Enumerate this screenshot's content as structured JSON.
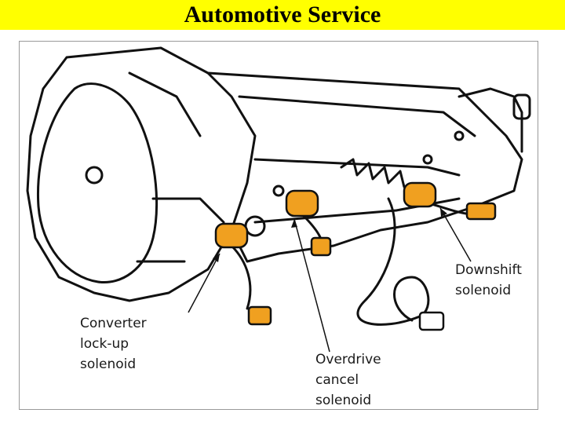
{
  "header": {
    "title": "Automotive Service",
    "background": "#ffff00"
  },
  "diagram": {
    "solenoid_color": "#f0a020",
    "callouts": {
      "converter": [
        "Converter",
        "lock-up",
        "solenoid"
      ],
      "overdrive": [
        "Overdrive",
        "cancel",
        "solenoid"
      ],
      "downshift": [
        "Downshift",
        "solenoid"
      ]
    }
  }
}
